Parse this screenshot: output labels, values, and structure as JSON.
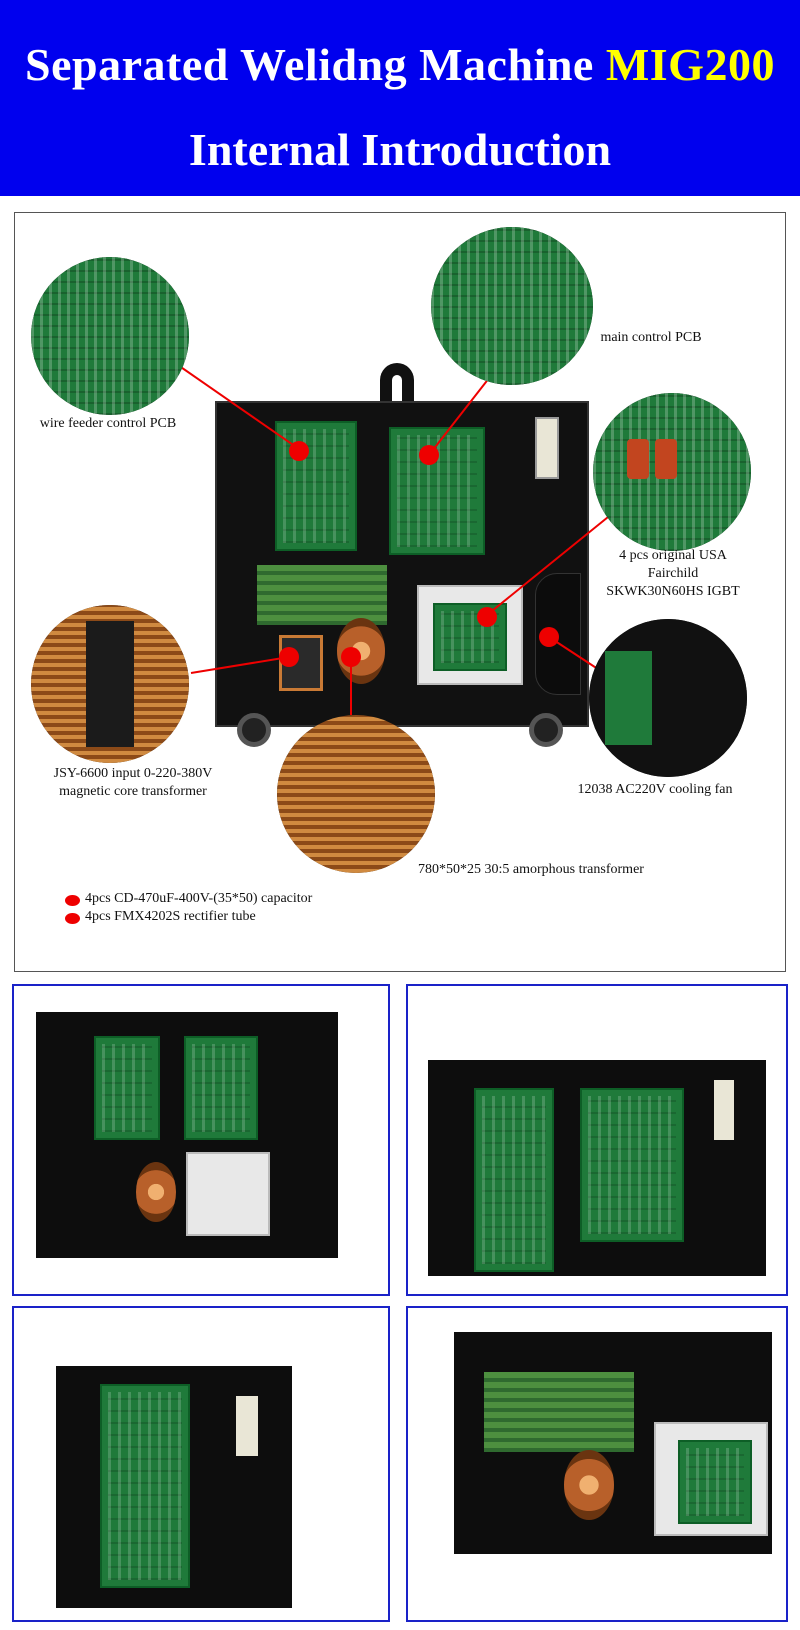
{
  "header": {
    "title_main": "Separated Welidng Machine ",
    "title_model": "MIG200",
    "subtitle": "Internal Introduction"
  },
  "callouts": {
    "wire_feeder": "wire feeder control PCB",
    "main_control": "main control PCB",
    "igbt_line1": "4 pcs original USA",
    "igbt_line2": "Fairchild",
    "igbt_line3": "SKWK30N60HS IGBT",
    "transformer_line1": "JSY-6600 input 0-220-380V",
    "transformer_line2": "magnetic core transformer",
    "fan": "12038 AC220V cooling fan",
    "amorphous": "780*50*25 30:5 amorphous transformer"
  },
  "legend": [
    "4pcs CD-470uF-400V-(35*50) capacitor",
    "4pcs FMX4202S rectifier tube"
  ],
  "colors": {
    "banner": "#0000ee",
    "model_accent": "#ffff00",
    "marker": "#ee0000",
    "thumb_border": "#1a22c8"
  }
}
